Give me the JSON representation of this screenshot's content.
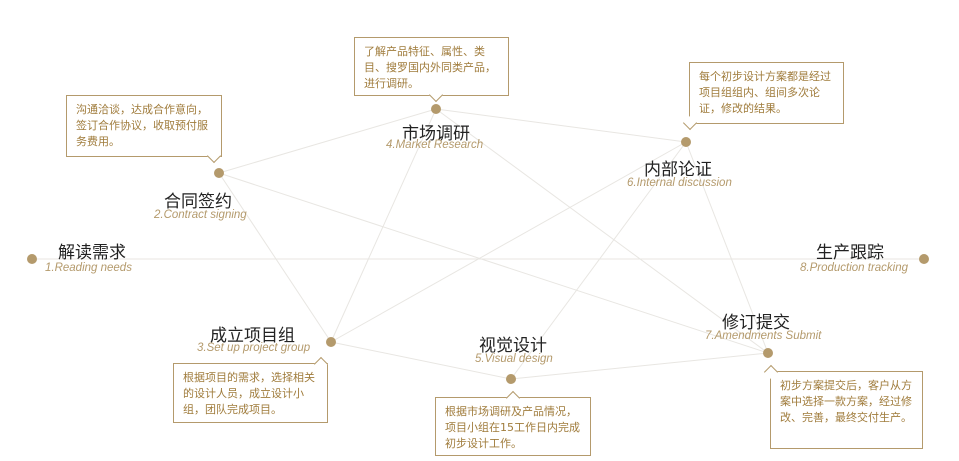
{
  "colors": {
    "accent": "#b49a6c",
    "line": "#e8e6e2",
    "text": "#222222"
  },
  "nodes": [
    {
      "id": "reading-needs",
      "title": "解读需求",
      "subtitle": "1.Reading needs",
      "desc": ""
    },
    {
      "id": "contract-signing",
      "title": "合同签约",
      "subtitle": "2.Contract signing",
      "desc": "沟通洽谈，达成合作意向，签订合作协议，收取预付服务费用。"
    },
    {
      "id": "set-up-project-group",
      "title": "成立项目组",
      "subtitle": "3.Set up project group",
      "desc": "根据项目的需求，选择相关的设计人员，成立设计小组，团队完成项目。"
    },
    {
      "id": "market-research",
      "title": "市场调研",
      "subtitle": "4.Market Research",
      "desc": "了解产品特征、属性、类目、搜罗国内外同类产品，进行调研。"
    },
    {
      "id": "visual-design",
      "title": "视觉设计",
      "subtitle": "5.Visual design",
      "desc": "根据市场调研及产品情况，项目小组在15工作日内完成初步设计工作。"
    },
    {
      "id": "internal-discussion",
      "title": "内部论证",
      "subtitle": "6.Internal discussion",
      "desc": "每个初步设计方案都是经过项目组组内、组间多次论证，修改的结果。"
    },
    {
      "id": "amendments-submit",
      "title": "修订提交",
      "subtitle": "7.Amendments Submit",
      "desc": "初步方案提交后，客户从方案中选择一款方案，经过修改、完善，最终交付生产。"
    },
    {
      "id": "production-tracking",
      "title": "生产跟踪",
      "subtitle": "8.Production tracking",
      "desc": ""
    }
  ]
}
